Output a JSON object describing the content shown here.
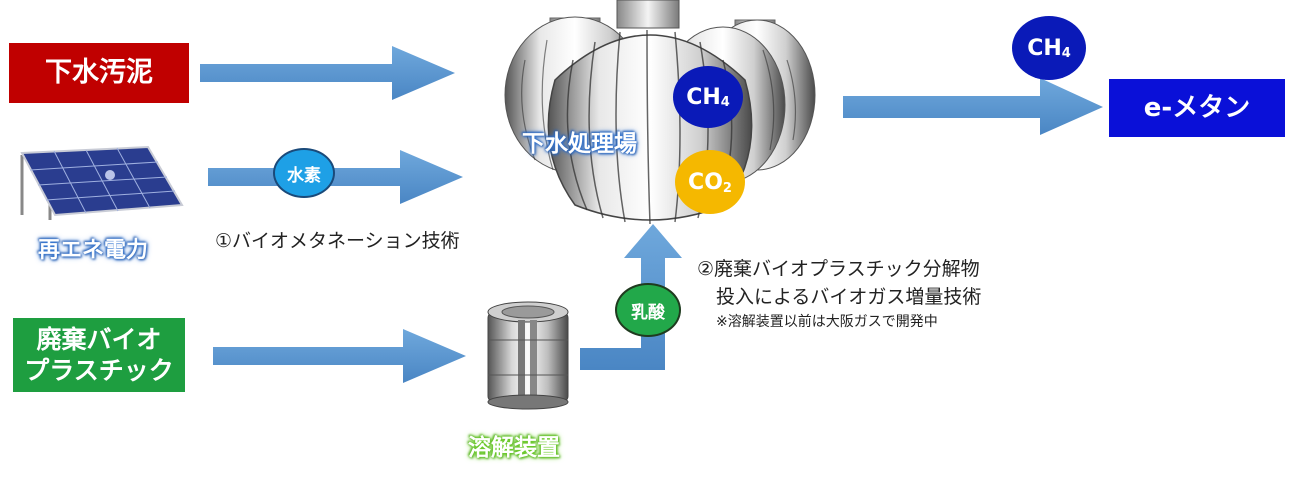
{
  "inputs": {
    "sludge": "下水汚泥",
    "renewable": "再エネ電力",
    "bioplastic_line1": "廃棄バイオ",
    "bioplastic_line2": "プラスチック"
  },
  "badges": {
    "hydrogen": "水素",
    "lactic_acid": "乳酸",
    "ch4_main": "CH",
    "ch4_sub": "4",
    "co2_main": "CO",
    "co2_sub": "2",
    "ch4_out_main": "CH",
    "ch4_out_sub": "4"
  },
  "facility": {
    "plant_label": "下水処理場",
    "dissolver_label": "溶解装置"
  },
  "output": {
    "label": "e-メタン"
  },
  "notes": {
    "tech1": "①バイオメタネーション技術",
    "tech2_line1": "②廃棄バイオプラスチック分解物",
    "tech2_line2": "投入によるバイオガス増量技術",
    "tech2_remark": "※溶解装置以前は大阪ガスで開発中"
  },
  "colors": {
    "sludge_red": "#c00000",
    "output_blue": "#0a10d8",
    "bioplastic_green": "#1e9e40",
    "arrow_blue": "#5b9bd5",
    "ch4_navy": "#0a1ab8",
    "co2_yellow": "#f5b800",
    "hydrogen_cyan": "#1ea0e6",
    "lactic_green": "#22a84a"
  }
}
